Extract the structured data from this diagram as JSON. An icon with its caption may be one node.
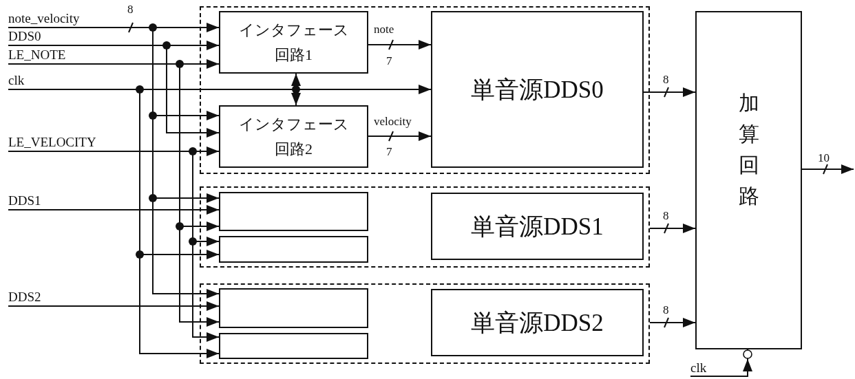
{
  "diagram": {
    "nodes": [
      {
        "text": [],
        "shape": "box"
      },
      {
        "text": [
          "インタフェース回路1"
        ],
        "in": 0
      },
      {
        "text": [
          "インタフェース回路2"
        ],
        "in": 0
      },
      {
        "text": [
          "単音源DDS0"
        ],
        "in": 0
      },
      {
        "text": [],
        "shape": "box"
      },
      {
        "text": [],
        "shape": "box",
        "in": 4
      },
      {
        "text": [],
        "shape": "box",
        "in": 4
      },
      {
        "text": [
          "単音源DDS1"
        ],
        "in": 4
      },
      {
        "text": [],
        "shape": "box"
      },
      {
        "text": [],
        "shape": "box",
        "in": 8
      },
      {
        "text": [],
        "shape": "box",
        "in": 8
      },
      {
        "text": [
          "単音源DDS2"
        ],
        "in": 8
      },
      {
        "text": [
          "加算回路"
        ]
      },
      {
        "text": [
          "note_velocity"
        ]
      },
      {
        "text": [
          "DDS0"
        ]
      },
      {
        "text": [
          "LE_NOTE"
        ]
      },
      {
        "text": [
          "clk"
        ]
      },
      {
        "text": [
          "LE_VELOCITY"
        ]
      },
      {
        "text": [
          "DDS1"
        ]
      },
      {
        "text": [
          "DDS2"
        ]
      },
      {
        "text": [
          "clk"
        ]
      }
    ],
    "edges": [
      {
        "from": 13,
        "to": 1,
        "arrow": "to",
        "label": "8"
      },
      {
        "from": 13,
        "to": 2,
        "arrow": "to"
      },
      {
        "from": 13,
        "to": 5,
        "arrow": "to"
      },
      {
        "from": 13,
        "to": 9,
        "arrow": "to"
      },
      {
        "from": 14,
        "to": 1,
        "arrow": "to"
      },
      {
        "from": 14,
        "to": 2,
        "arrow": "to"
      },
      {
        "from": 15,
        "to": 1,
        "arrow": "to"
      },
      {
        "from": 15,
        "to": 5,
        "arrow": "to"
      },
      {
        "from": 15,
        "to": 9,
        "arrow": "to"
      },
      {
        "from": 16,
        "to": 3,
        "arrow": "to"
      },
      {
        "from": 16,
        "to": 1,
        "arrow": "to"
      },
      {
        "from": 16,
        "to": 2,
        "arrow": "to"
      },
      {
        "from": 16,
        "to": 6,
        "arrow": "to"
      },
      {
        "from": 16,
        "to": 10,
        "arrow": "to"
      },
      {
        "from": 17,
        "to": 2,
        "arrow": "to"
      },
      {
        "from": 17,
        "to": 6,
        "arrow": "to"
      },
      {
        "from": 17,
        "to": 10,
        "arrow": "to"
      },
      {
        "from": 18,
        "to": 5,
        "arrow": "to"
      },
      {
        "from": 19,
        "to": 9,
        "arrow": "to"
      },
      {
        "from": 1,
        "to": 3,
        "arrow": "to",
        "label": "7"
      },
      {
        "from": 2,
        "to": 3,
        "arrow": "to",
        "label": "7"
      },
      {
        "from": 3,
        "to": 12,
        "arrow": "to",
        "label": "8"
      },
      {
        "from": 4,
        "to": 12,
        "arrow": "to",
        "label": "8"
      },
      {
        "from": 8,
        "to": 12,
        "arrow": "to",
        "label": "8"
      },
      {
        "from": 12,
        "to": null,
        "arrow": "to",
        "label": "10"
      },
      {
        "from": 20,
        "to": 12,
        "arrow": "to"
      }
    ],
    "labels": [
      "note",
      "velocity"
    ]
  }
}
